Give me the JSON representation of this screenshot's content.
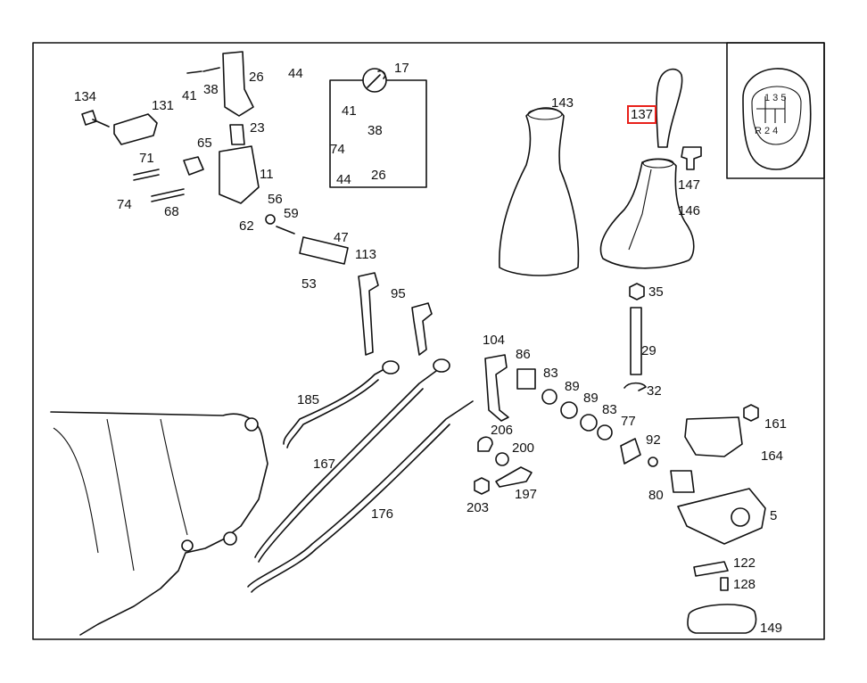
{
  "highlight_color": "#e8201a",
  "part_numbers": {
    "p5": "5",
    "p11": "11",
    "p17": "17",
    "p23": "23",
    "p26a": "26",
    "p26b": "26",
    "p29": "29",
    "p32": "32",
    "p35": "35",
    "p38a": "38",
    "p38b": "38",
    "p41a": "41",
    "p41b": "41",
    "p44a": "44",
    "p44b": "44",
    "p47": "47",
    "p53": "53",
    "p56": "56",
    "p59": "59",
    "p62": "62",
    "p65": "65",
    "p68": "68",
    "p71": "71",
    "p74a": "74",
    "p74b": "74",
    "p77": "77",
    "p80": "80",
    "p83a": "83",
    "p83b": "83",
    "p86": "86",
    "p89a": "89",
    "p89b": "89",
    "p92": "92",
    "p95": "95",
    "p104": "104",
    "p113": "113",
    "p122": "122",
    "p128": "128",
    "p131": "131",
    "p134": "134",
    "p137": "137",
    "p143": "143",
    "p146": "146",
    "p147": "147",
    "p149": "149",
    "p161": "161",
    "p164": "164",
    "p167": "167",
    "p176": "176",
    "p185": "185",
    "p197": "197",
    "p200": "200",
    "p203": "203",
    "p206": "206"
  },
  "shift_pattern": {
    "top": "1 3 5",
    "bottom": "R 2 4"
  },
  "highlighted_part": "137"
}
